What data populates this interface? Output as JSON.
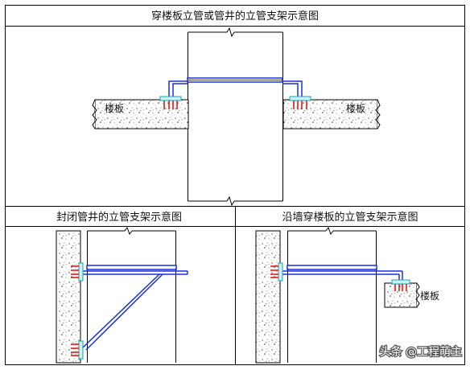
{
  "panels": {
    "top": {
      "title": "穿楼板立管或管井的立管支架示意图",
      "slab_left_label": "楼板",
      "slab_right_label": "楼板"
    },
    "bottom_left": {
      "title": "封闭管井的立管支架示意图"
    },
    "bottom_right": {
      "title": "沿墙穿楼板的立管支架示意图",
      "slab_label": "楼板"
    }
  },
  "watermark": "头条 @工程萌主",
  "colors": {
    "line": "#000000",
    "support": "#1a2fd6",
    "bolt": "#e01a1a",
    "anchor_plate": "#1aa6b5"
  }
}
